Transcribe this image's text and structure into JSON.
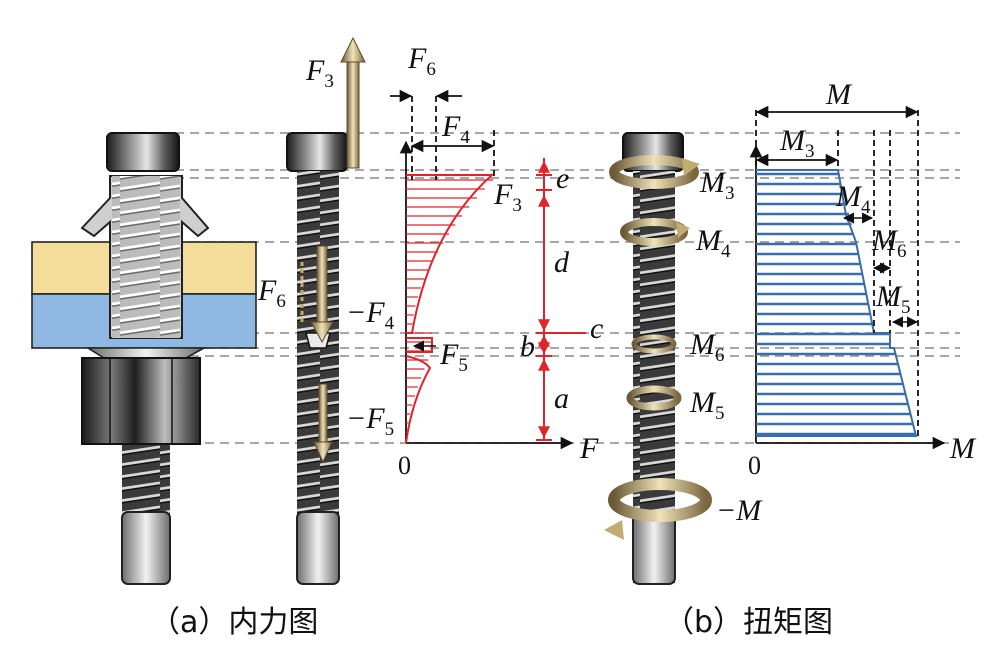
{
  "labels": {
    "F3_top": "F3",
    "F6_top": "F6",
    "F4_top": "F4",
    "F3_curve": "F3",
    "F6_side": "F6",
    "minus_F4": "−F4",
    "F5_mid": "F5",
    "minus_F5": "−F5",
    "zero_a": "0",
    "F_axis": "F",
    "e": "e",
    "d": "d",
    "b": "b",
    "c": "c",
    "a": "a",
    "M3_bolt": "M3",
    "M4_bolt": "M4",
    "M6_bolt": "M6",
    "M5_bolt": "M5",
    "minus_M": "−M",
    "M_top": "M",
    "M3_dim": "M3",
    "M4_dim": "M4",
    "M6_dim": "M6",
    "M5_dim": "M5",
    "zero_b": "0",
    "M_axis": "M"
  },
  "captions": {
    "a": "（a）内力图",
    "b": "（b）扭矩图"
  },
  "colors": {
    "force_diagram": "#e0242b",
    "torque_diagram": "#3a6ea8",
    "yellow_plate": "#f4dc9a",
    "blue_plate": "#8fb8e2"
  }
}
